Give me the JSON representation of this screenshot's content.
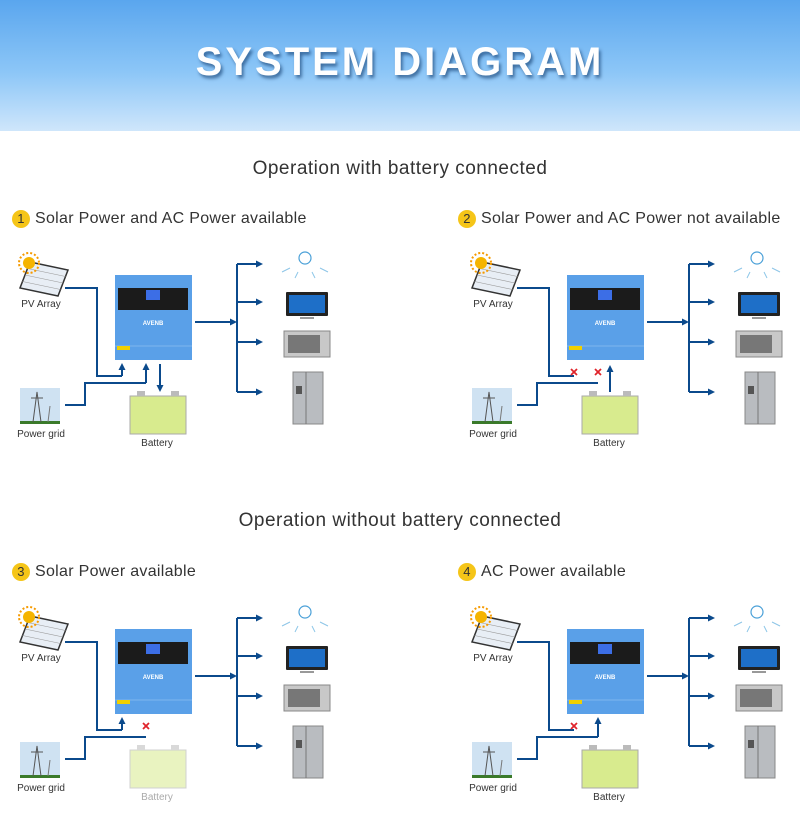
{
  "header": {
    "title": "SYSTEM DIAGRAM"
  },
  "sections": [
    {
      "title": "Operation with battery connected"
    },
    {
      "title": "Operation without  battery connected"
    }
  ],
  "labels": {
    "pv": "PV Array",
    "grid": "Power grid",
    "battery": "Battery",
    "brand": "AVENB"
  },
  "panels": [
    {
      "number": "1",
      "title": "Solar Power and AC Power available",
      "pv": "on",
      "grid": "on",
      "battery": "charging"
    },
    {
      "number": "2",
      "title": "Solar Power and AC Power not available",
      "pv": "off",
      "grid": "off",
      "battery": "discharging"
    },
    {
      "number": "3",
      "title": "Solar Power available",
      "pv": "on",
      "grid": "off",
      "battery": "disconnected"
    },
    {
      "number": "4",
      "title": "AC Power available",
      "pv": "off",
      "grid": "on",
      "battery": "idle"
    }
  ],
  "colors": {
    "line": "#0b4a8c",
    "cross": "#e0242b",
    "inverter": "#5aa0e8",
    "battery": "#d8eb8e"
  }
}
